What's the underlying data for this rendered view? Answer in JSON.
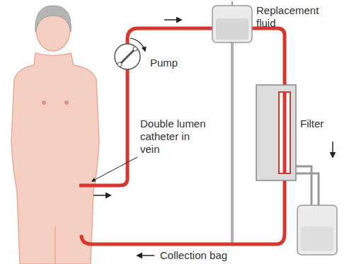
{
  "diagram": {
    "labels": [
      "Replacement fluid",
      "Pump",
      "Filter",
      "Double lumen catheter in vein",
      "Collection bag"
    ]
  }
}
